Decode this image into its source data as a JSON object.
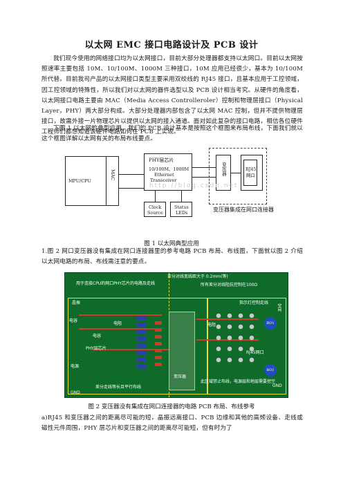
{
  "document": {
    "title": "以太网 EMC 接口电路设计及 PCB 设计",
    "paragraphs": [
      "我们现今使用的网络接口均为以太网接口，目前大部分处理器都支持以太网口。目前以太网按照速率主要包括 10M、10/100M、1000M 三种接口，10M 应用已经很少，基本为 10/100M 所代替。目前我司产品的以太网接口类型主要采用双绞线的 RJ45 接口，且基本应用于工控领域，因工控领域的特殊性，所以我们对以太网的器件选型以及 PCB 设计相当考究。从硬件的角度看，以太网接口电路主要由 MAC（Media Access Controlleroler）控制和物理层接口（Physical Layer，PHY）两大部分构成。大部分处理器内部包含了以太网 MAC 控制，但并不提供物理层接口，故需外接一片物理芯片以提供以太网的接入通道。面对如此复杂的接口电路，相信各位硬件工程师们都想知道该硬件电路如何在 PCB 上实现。",
      "下图 1 以太网的典型应用。我们的 PCB 设计基本是按照这个框图来布局布线，下面我们就以这个框图详解以太网有关的布局布线要点。",
      "1.图 2 网口变压器没有集成在网口连接器里的参考电路 PCB 布局、布线图，下面就以图 2 介绍以太网电路的布局、布线需注意的要点。",
      "a)RJ45 和变压器之间的距离尽可能的短，晶振远离接口、PCB 边缘和其他的高频设备、走线或磁性元件周围，PHY 层芯片和变压器之间的距离尽可能短，但有时为了"
    ],
    "figure1": {
      "caption": "图 1  以太网典型应用",
      "mpu": "MPU/CPU",
      "mac": "MAC",
      "phy_title": "PHY层芯片",
      "phy_sub1": "10/100M、1000M",
      "phy_sub2": "Ethernet",
      "phy_sub3": "Transceiver",
      "transformer": "变压器",
      "rj45_1": "RJ45",
      "rj45_2": "网口",
      "clock_1": "Clock",
      "clock_2": "Source",
      "status_1": "Status",
      "status_2": "LEDs",
      "note": "变压器集成在网口连接器",
      "watermark": "http://blog.csdn.net"
    },
    "figure2": {
      "caption": "图 2  变压器没有集成在网口连接器的电路 PCB 布局、布线参考",
      "labels": {
        "top1": "差分对线宽线距大于 0.2mm(等)",
        "top2": "所有差分对线阻抗控制在100Ω",
        "left1": "用于连接CPU的网口PHY芯片的电路及走线",
        "left2": "晶振",
        "left3": "电容",
        "left4": "电容",
        "left5": "PHY层芯片",
        "left6": "电阻",
        "left7": "电源",
        "mid1": "电阻",
        "mid2": "变压器",
        "right1": "指示灯控制走线",
        "right2": "空间",
        "right3": "RJ45网口",
        "right4": "GND",
        "bot1": "差分走线等长且平行布线",
        "bot2": "此区域禁止布线，电源层和地层需要挖空",
        "gnd": "GND",
        "b1": "BO1",
        "b2": "BO1"
      }
    }
  }
}
